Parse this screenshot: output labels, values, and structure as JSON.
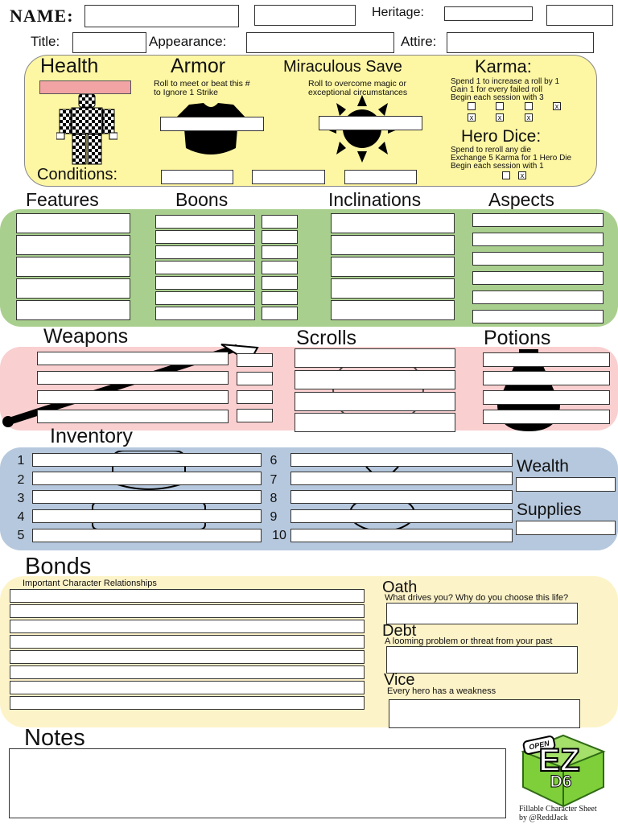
{
  "header": {
    "name_label": "NAME:",
    "heritage_label": "Heritage:",
    "title_label": "Title:",
    "appearance_label": "Appearance:",
    "attire_label": "Attire:"
  },
  "stats": {
    "health_title": "Health",
    "armor_title": "Armor",
    "armor_desc": [
      "Roll to meet or beat this #",
      "to Ignore 1 Strike"
    ],
    "save_title": "Miraculous Save",
    "save_desc": [
      "Roll to overcome magic or",
      "exceptional circumstances"
    ],
    "karma_title": "Karma:",
    "karma_desc": [
      "Spend 1 to increase a roll by 1",
      "Gain 1 for every failed roll",
      "Begin each session with 3"
    ],
    "karma_boxes": [
      "",
      "",
      "",
      "x",
      "x",
      "x",
      "x"
    ],
    "hero_title": "Hero Dice:",
    "hero_desc": [
      "Spend to reroll any die",
      "Exchange 5 Karma for 1 Hero Die",
      "Begin each session with 1"
    ],
    "hero_boxes": [
      "",
      "x"
    ],
    "conditions_label": "Conditions:"
  },
  "traits": {
    "features": "Features",
    "boons": "Boons",
    "inclinations": "Inclinations",
    "aspects": "Aspects"
  },
  "gear": {
    "weapons": "Weapons",
    "scrolls": "Scrolls",
    "potions": "Potions"
  },
  "inventory": {
    "title": "Inventory",
    "numbers_left": [
      "1",
      "2",
      "3",
      "4",
      "5"
    ],
    "numbers_right": [
      "6",
      "7",
      "8",
      "9",
      "10"
    ],
    "wealth": "Wealth",
    "supplies": "Supplies"
  },
  "bonds": {
    "title": "Bonds",
    "subtitle": "Important Character Relationships",
    "oath": "Oath",
    "oath_desc": "What drives you? Why do you choose this life?",
    "debt": "Debt",
    "debt_desc": "A looming problem or threat from your past",
    "vice": "Vice",
    "vice_desc": "Every hero has a weakness"
  },
  "notes": {
    "title": "Notes"
  },
  "logo": {
    "open": "OPEN",
    "ez": "EZ",
    "d6": "D6",
    "credit": [
      "Fillable Character Sheet",
      "by @ReddJack"
    ]
  },
  "colors": {
    "yellow": "#fdf6a3",
    "green": "#a9cf8e",
    "pink": "#f9cfd0",
    "blue": "#b6c8dd",
    "cream": "#fdf3c8",
    "logo_green": "#7ecf3a"
  }
}
